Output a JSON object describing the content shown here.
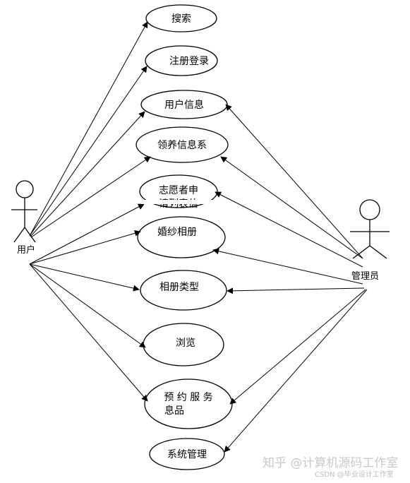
{
  "actors": {
    "user": "用户",
    "admin": "管理员"
  },
  "use_cases": {
    "search": "搜索",
    "register_login": "注册登录",
    "user_info": "用户信息",
    "adoption_info": "领养信息系",
    "volunteer_apply_line1": "志愿者申",
    "volunteer_apply_line2": "请列表信",
    "wedding_album": "婚纱相册",
    "album_type": "相册类型",
    "browse": "浏览",
    "booking_line1": "预 约 服 务",
    "booking_line2": "息品",
    "system_manage": "系统管理"
  },
  "watermark": {
    "main": "知乎 @计算机源码工作室",
    "sub": "CSDN @毕业设计工作室"
  }
}
